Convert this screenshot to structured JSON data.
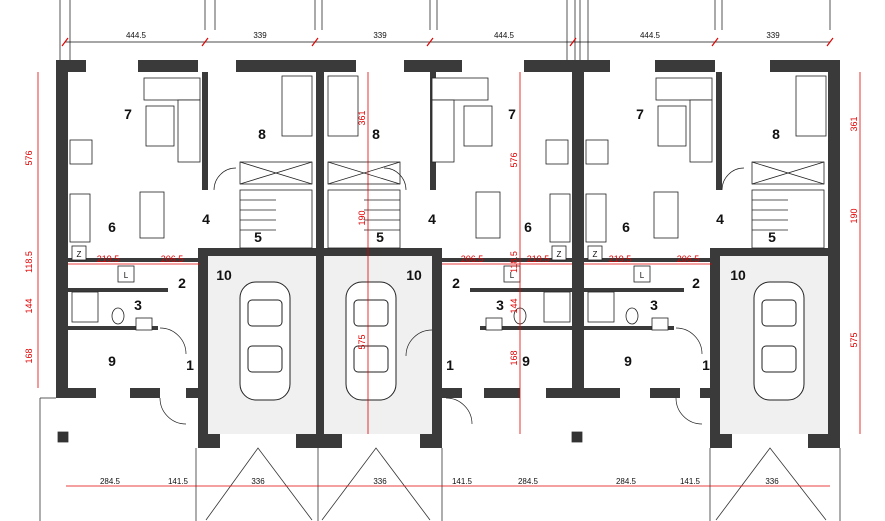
{
  "colors": {
    "wall": "#3a3a3a",
    "dimension": "#e10000",
    "garage_floor": "#f0f0f0"
  },
  "top_dims": [
    "444.5",
    "339",
    "339",
    "444.5",
    "444.5",
    "339"
  ],
  "bottom_dims": [
    "284.5",
    "141.5",
    "336",
    "336",
    "141.5",
    "284.5",
    "284.5",
    "141.5",
    "336"
  ],
  "left_dims": [
    "576",
    "118.5",
    "144",
    "168"
  ],
  "right_dims": [
    "361",
    "190",
    "575"
  ],
  "inner_dims": {
    "u1": [
      "219.5",
      "206.5"
    ],
    "u2": [
      "206.5",
      "219.5",
      "361",
      "190",
      "576",
      "575",
      "118.5",
      "144",
      "168"
    ],
    "u3": [
      "219.5",
      "206.5"
    ]
  },
  "units": [
    {
      "rooms": [
        "7",
        "8",
        "6",
        "4",
        "5",
        "2",
        "3",
        "9",
        "1",
        "10"
      ]
    },
    {
      "rooms": [
        "8",
        "7",
        "4",
        "6",
        "5",
        "2",
        "3",
        "9",
        "1",
        "10"
      ]
    },
    {
      "rooms": [
        "7",
        "8",
        "6",
        "4",
        "5",
        "2",
        "3",
        "9",
        "1",
        "10"
      ]
    }
  ],
  "fixture_labels": {
    "L": "L",
    "Z": "Z"
  }
}
